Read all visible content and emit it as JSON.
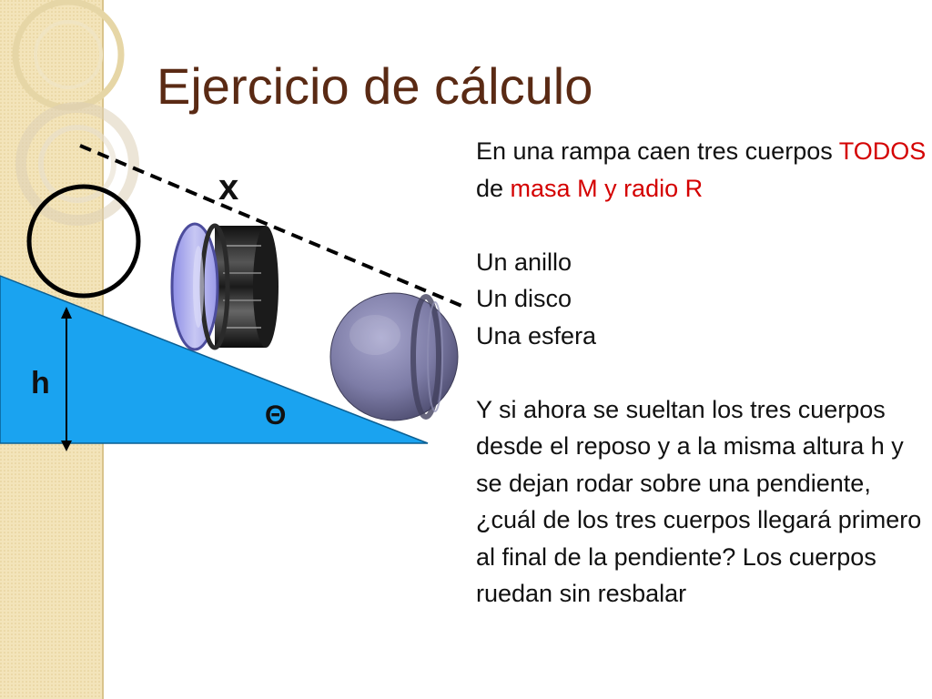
{
  "slide": {
    "title": "Ejercicio de cálculo",
    "intro": {
      "part1": "En una rampa caen tres cuerpos ",
      "part2": "TODOS",
      "part3": " de ",
      "part4": "masa M y radio R"
    },
    "bodies": [
      "Un anillo",
      "Un disco",
      "Una esfera"
    ],
    "question": "Y si ahora se sueltan los tres cuerpos desde el reposo y a la misma altura h y se dejan rodar sobre una pendiente, ¿cuál de los tres cuerpos llegará primero al final de la pendiente? Los cuerpos ruedan sin resbalar"
  },
  "diagram": {
    "label_x": "x",
    "label_h": "h",
    "label_theta": "Θ"
  },
  "colors": {
    "ramp": "#1aa3f0",
    "title": "#5a2a14",
    "highlight": "#d40000",
    "side_band": "#f2e2b6"
  }
}
